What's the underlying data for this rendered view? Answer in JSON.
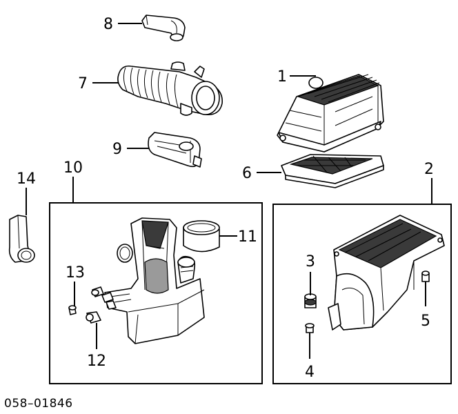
{
  "diagram": {
    "callouts": {
      "c1": "1",
      "c2": "2",
      "c3": "3",
      "c4": "4",
      "c5": "5",
      "c6": "6",
      "c7": "7",
      "c8": "8",
      "c9": "9",
      "c10": "10",
      "c11": "11",
      "c12": "12",
      "c13": "13",
      "c14": "14"
    },
    "diagram_code": "058–01846"
  }
}
